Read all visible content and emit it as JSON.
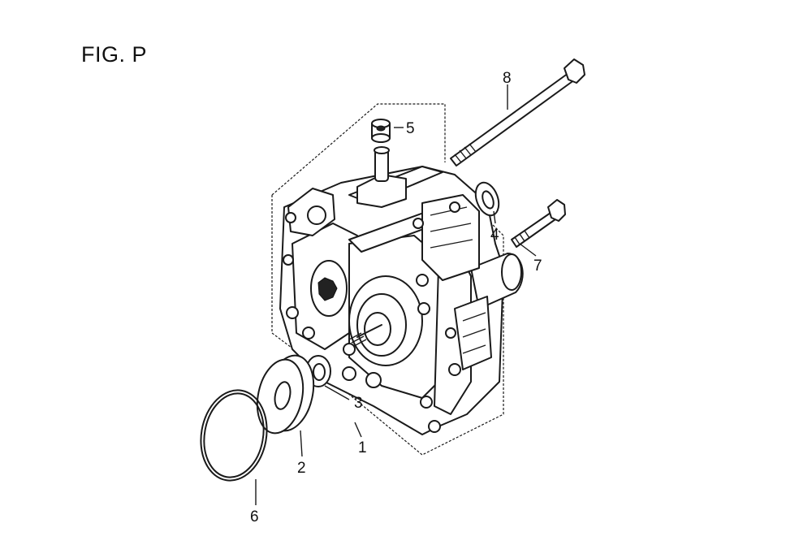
{
  "figure": {
    "title": "FIG. P"
  },
  "callouts": [
    {
      "id": "1",
      "label": "1"
    },
    {
      "id": "2",
      "label": "2"
    },
    {
      "id": "3",
      "label": "3"
    },
    {
      "id": "4",
      "label": "4"
    },
    {
      "id": "5",
      "label": "5"
    },
    {
      "id": "6",
      "label": "6"
    },
    {
      "id": "7",
      "label": "7"
    },
    {
      "id": "8",
      "label": "8"
    }
  ]
}
